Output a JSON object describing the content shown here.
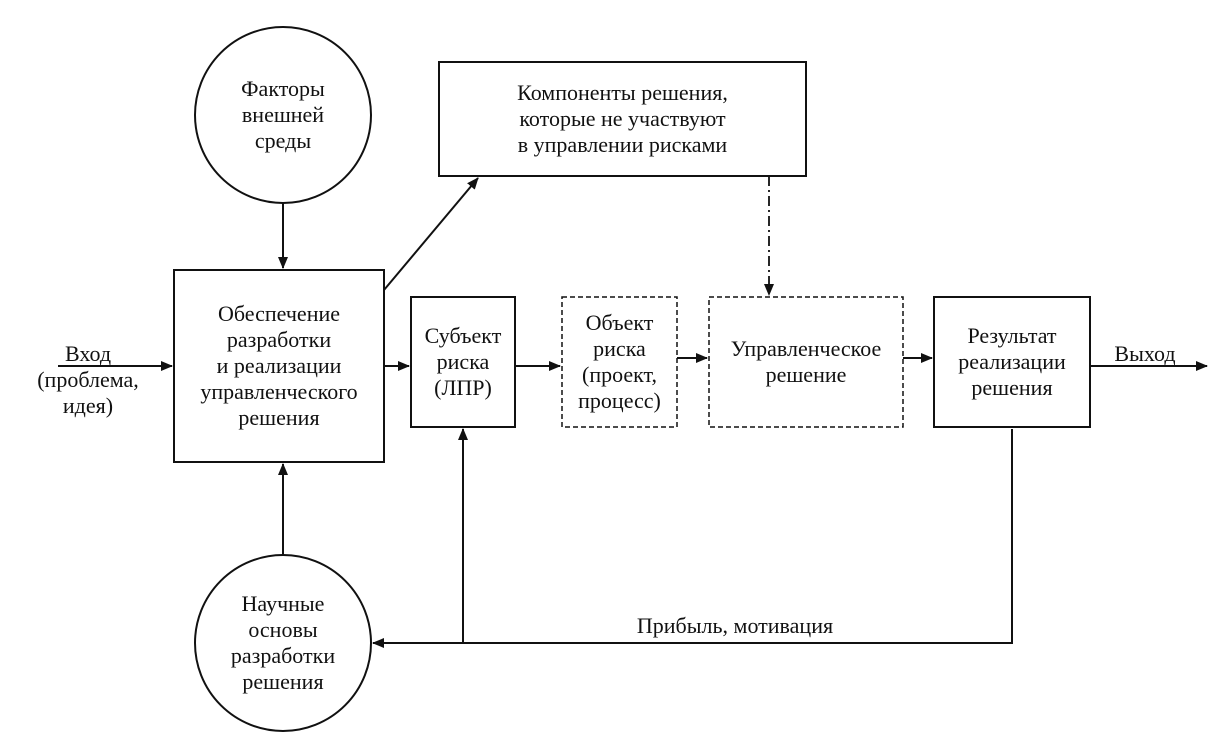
{
  "nodes": {
    "env_factors": "Факторы\nвнешней\nсреды",
    "components": "Компоненты решения,\nкоторые не участвуют\nв управлении рисками",
    "support": "Обеспечение\nразработки\nи реализации\nуправленческого\nрешения",
    "subject": "Субъект\nриска\n(ЛПР)",
    "object": "Объект\nриска\n(проект,\nпроцесс)",
    "decision": "Управленческое\nрешение",
    "result": "Результат\nреализации\nрешения",
    "science": "Научные\nосновы\nразработки\nрешения"
  },
  "labels": {
    "input": "Вход\n(проблема,\nидея)",
    "output": "Выход",
    "feedback": "Прибыль, мотивация"
  },
  "colors": {
    "line": "#111111",
    "background": "#ffffff"
  }
}
